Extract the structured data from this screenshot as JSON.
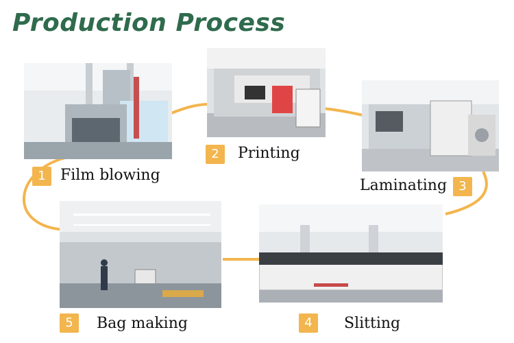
{
  "title": "Production Process",
  "colors": {
    "accent": "#f3b54d",
    "title": "#2f6b4d"
  },
  "steps": [
    {
      "number": "1",
      "label": "Film blowing"
    },
    {
      "number": "2",
      "label": "Printing"
    },
    {
      "number": "3",
      "label": "Laminating"
    },
    {
      "number": "4",
      "label": "Slitting"
    },
    {
      "number": "5",
      "label": "Bag making"
    }
  ]
}
